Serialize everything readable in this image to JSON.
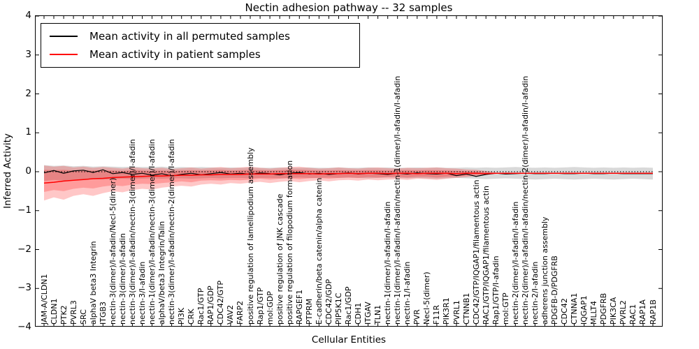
{
  "figure": {
    "title": "Nectin adhesion pathway -- 32 samples",
    "xlabel": "Cellular Entities",
    "ylabel": "Inferred Activity",
    "legend": [
      {
        "label": "Mean activity in all permuted samples",
        "color": "#000000"
      },
      {
        "label": "Mean activity in patient samples",
        "color": "#ff0000"
      }
    ]
  },
  "chart_data": {
    "type": "line",
    "title": "Nectin adhesion pathway -- 32 samples",
    "xlabel": "Cellular Entities",
    "ylabel": "Inferred Activity",
    "ylim": [
      -4,
      4
    ],
    "yticks": [
      4,
      3,
      2,
      1,
      0,
      -1,
      -2,
      -3,
      -4
    ],
    "grid": false,
    "legend_position": "upper left",
    "reference_line_y": 0,
    "reference_line_style": "dotted",
    "categories": [
      "JAM-A/CLDN1",
      "CLDN1",
      "PTK2",
      "PVRL3",
      "SRC",
      "alphaV beta3 Integrin",
      "ITGB3",
      "nectin-3(dimer)/I-afadin/Necl-5(dimer)",
      "nectin-3(dimer)/I-afadin",
      "nectin-3(dimer)/I-afadin/nectin-3(dimer)/I-afadin",
      "nectin-3/I-afadin",
      "nectin-1(dimer)/I-afadin/nectin-3(dimer)/I-afadin",
      "alphaV/beta3 Integrin/Talin",
      "nectin-3(dimer)/I-afadin/nectin-2(dimer)/I-afadin",
      "PI3K",
      "CRK",
      "Rac1/GTP",
      "RAP1/GDP",
      "CDC42/GTP",
      "VAV2",
      "FARP2",
      "positive regulation of lamellipodium assembly",
      "Rap1/GTP",
      "mol:GDP",
      "positive regulation of JNK cascade",
      "positive regulation of filopodium formation",
      "RAPGEF1",
      "PTPRM",
      "E-cadherin/beta catenin/alpha catenin",
      "CDC42/GDP",
      "PIP5K1C",
      "Rac1/GDP",
      "CDH1",
      "ITGAV",
      "TLN1",
      "nectin-1(dimer)/I-afadin/I-afadin",
      "nectin-1(dimer)/I-afadin/I-afadin/nectin-1(dimer)/I-afadin/I-afadin",
      "nectin-1/I-afadin",
      "PVR",
      "Necl-5(dimer)",
      "F11R",
      "PIK3R1",
      "PVRL1",
      "CTNNB1",
      "CDC42/GTP/IQGAP1/filamentous actin",
      "RAC1/GTP/IQGAP1/filamentous actin",
      "Rap1/GTP/I-afadin",
      "mol:GTP",
      "nectin-2(dimer)/I-afadin/I-afadin",
      "nectin-2(dimer)/I-afadin/I-afadin/nectin-2(dimer)/I-afadin/I-afadin",
      "nectin-2/I-afadin",
      "adherens junction assembly",
      "PDGFB-D/PDGFRB",
      "CDC42",
      "CTNNA1",
      "IQGAP1",
      "MLLT4",
      "PDGFRB",
      "PIK3CA",
      "PVRL2",
      "RAC1",
      "RAP1A",
      "RAP1B"
    ],
    "series": [
      {
        "name": "Mean activity in all permuted samples",
        "color": "#000000",
        "style": "solid",
        "values": [
          -0.03,
          0.03,
          -0.04,
          0.02,
          0.04,
          -0.02,
          0.05,
          -0.05,
          -0.02,
          -0.07,
          -0.04,
          -0.09,
          -0.05,
          -0.11,
          -0.07,
          -0.04,
          -0.08,
          -0.05,
          -0.02,
          -0.06,
          -0.04,
          -0.07,
          -0.03,
          -0.05,
          -0.08,
          -0.04,
          -0.02,
          -0.06,
          -0.04,
          -0.07,
          -0.05,
          -0.03,
          -0.06,
          -0.04,
          -0.05,
          -0.07,
          -0.04,
          -0.06,
          -0.03,
          -0.05,
          -0.06,
          -0.04,
          -0.1,
          -0.06,
          -0.12,
          -0.07,
          -0.04,
          -0.06,
          -0.05,
          -0.04,
          -0.05,
          -0.05,
          -0.04,
          -0.05,
          -0.05,
          -0.04,
          -0.05,
          -0.05,
          -0.04,
          -0.05,
          -0.05,
          -0.05,
          -0.05
        ]
      },
      {
        "name": "Mean activity in patient samples",
        "color": "#ff0000",
        "style": "solid",
        "values": [
          -0.29,
          -0.27,
          -0.24,
          -0.22,
          -0.2,
          -0.18,
          -0.17,
          -0.15,
          -0.14,
          -0.13,
          -0.12,
          -0.11,
          -0.11,
          -0.1,
          -0.09,
          -0.09,
          -0.08,
          -0.08,
          -0.07,
          -0.07,
          -0.07,
          -0.06,
          -0.06,
          -0.06,
          -0.05,
          -0.05,
          -0.05,
          -0.05,
          -0.06,
          -0.05,
          -0.05,
          -0.04,
          -0.05,
          -0.04,
          -0.04,
          -0.05,
          -0.04,
          -0.04,
          -0.05,
          -0.04,
          -0.04,
          -0.04,
          -0.05,
          -0.04,
          -0.04,
          -0.05,
          -0.04,
          -0.04,
          -0.04,
          -0.04,
          -0.04,
          -0.04,
          -0.04,
          -0.04,
          -0.04,
          -0.04,
          -0.04,
          -0.04,
          -0.04,
          -0.04,
          -0.04,
          -0.04,
          -0.04
        ]
      }
    ],
    "bands": [
      {
        "name": "permuted-std-band",
        "color": "rgba(130,130,130,0.30)",
        "top": [
          0.17,
          0.15,
          0.16,
          0.14,
          0.15,
          0.13,
          0.14,
          0.13,
          0.12,
          0.13,
          0.12,
          0.12,
          0.13,
          0.11,
          0.12,
          0.11,
          0.12,
          0.11,
          0.1,
          0.11,
          0.1,
          0.11,
          0.1,
          0.1,
          0.11,
          0.1,
          0.1,
          0.11,
          0.1,
          0.1,
          0.11,
          0.1,
          0.1,
          0.11,
          0.1,
          0.11,
          0.1,
          0.1,
          0.11,
          0.1,
          0.11,
          0.1,
          0.1,
          0.11,
          0.1,
          0.11,
          0.1,
          0.11,
          0.12,
          0.11,
          0.1,
          0.11,
          0.1,
          0.11,
          0.12,
          0.11,
          0.1,
          0.11,
          0.1,
          0.11,
          0.1,
          0.11,
          0.1
        ],
        "bottom": [
          -0.24,
          -0.21,
          -0.23,
          -0.2,
          -0.21,
          -0.19,
          -0.2,
          -0.19,
          -0.18,
          -0.19,
          -0.18,
          -0.17,
          -0.18,
          -0.17,
          -0.17,
          -0.18,
          -0.17,
          -0.16,
          -0.17,
          -0.16,
          -0.16,
          -0.17,
          -0.16,
          -0.16,
          -0.17,
          -0.16,
          -0.15,
          -0.16,
          -0.16,
          -0.15,
          -0.16,
          -0.15,
          -0.16,
          -0.17,
          -0.16,
          -0.15,
          -0.16,
          -0.17,
          -0.16,
          -0.17,
          -0.18,
          -0.17,
          -0.16,
          -0.17,
          -0.18,
          -0.19,
          -0.18,
          -0.17,
          -0.18,
          -0.19,
          -0.2,
          -0.19,
          -0.18,
          -0.19,
          -0.2,
          -0.19,
          -0.18,
          -0.19,
          -0.2,
          -0.19,
          -0.18,
          -0.19,
          -0.2
        ]
      },
      {
        "name": "patient-std-band-outer",
        "color": "rgba(255,0,0,0.22)",
        "top": [
          0.16,
          0.13,
          0.15,
          0.11,
          0.13,
          0.1,
          0.12,
          0.1,
          0.08,
          0.11,
          0.09,
          0.08,
          0.1,
          0.07,
          0.09,
          0.11,
          0.08,
          0.1,
          0.12,
          0.09,
          0.11,
          0.13,
          0.1,
          0.08,
          0.1,
          0.12,
          0.13,
          0.1,
          0.08,
          0.09,
          0.11,
          0.09,
          0.08,
          0.1,
          0.11,
          0.09,
          0.08,
          0.1,
          0.09,
          0.1,
          0.11,
          0.09,
          0.08,
          0.06,
          0.05,
          0.02,
          -0.02
        ],
        "bottom": [
          -0.74,
          -0.66,
          -0.72,
          -0.62,
          -0.58,
          -0.62,
          -0.55,
          -0.5,
          -0.53,
          -0.47,
          -0.44,
          -0.46,
          -0.41,
          -0.38,
          -0.36,
          -0.38,
          -0.33,
          -0.31,
          -0.33,
          -0.29,
          -0.31,
          -0.28,
          -0.26,
          -0.29,
          -0.26,
          -0.24,
          -0.27,
          -0.24,
          -0.22,
          -0.25,
          -0.22,
          -0.21,
          -0.23,
          -0.2,
          -0.22,
          -0.2,
          -0.19,
          -0.21,
          -0.18,
          -0.19,
          -0.21,
          -0.18,
          -0.16,
          -0.14,
          -0.11,
          -0.08,
          -0.06
        ]
      },
      {
        "name": "patient-std-band-inner",
        "color": "rgba(255,0,0,0.22)",
        "top": [
          0.05,
          0.04,
          0.05,
          0.03,
          0.04,
          0.03,
          0.04,
          0.03,
          0.02,
          0.04,
          0.03,
          0.02,
          0.03,
          0.02,
          0.03,
          0.04,
          0.03,
          0.04,
          0.05,
          0.03,
          0.04,
          0.05,
          0.04,
          0.03,
          0.04,
          0.05,
          0.05,
          0.04,
          0.03,
          0.03,
          0.04,
          0.03,
          0.03,
          0.04,
          0.04,
          0.03,
          0.03,
          0.04,
          0.03,
          0.04,
          0.04,
          0.03,
          0.02,
          0.01,
          0.0,
          -0.01,
          -0.03
        ],
        "bottom": [
          -0.52,
          -0.47,
          -0.5,
          -0.44,
          -0.41,
          -0.43,
          -0.38,
          -0.35,
          -0.37,
          -0.33,
          -0.31,
          -0.32,
          -0.29,
          -0.27,
          -0.25,
          -0.27,
          -0.23,
          -0.22,
          -0.23,
          -0.21,
          -0.22,
          -0.2,
          -0.18,
          -0.2,
          -0.18,
          -0.17,
          -0.19,
          -0.17,
          -0.16,
          -0.18,
          -0.16,
          -0.15,
          -0.16,
          -0.14,
          -0.15,
          -0.14,
          -0.13,
          -0.15,
          -0.13,
          -0.13,
          -0.15,
          -0.13,
          -0.12,
          -0.1,
          -0.08,
          -0.06,
          -0.05
        ]
      }
    ]
  }
}
